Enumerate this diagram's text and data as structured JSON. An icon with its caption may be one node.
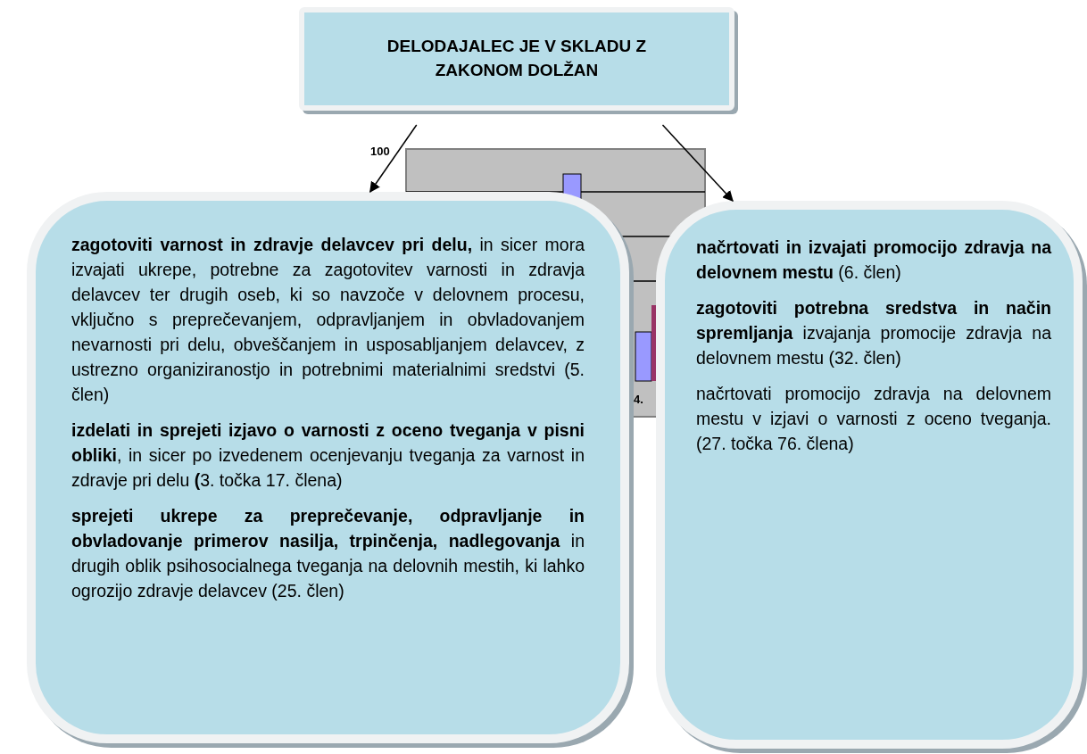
{
  "diagram": {
    "nodes": [
      {
        "text": [
          "DELODAJALEC JE V SKLADU Z ZAKONOM DOLŽAN"
        ]
      },
      {
        "text": [
          "**zagotoviti varnost in zdravje delavcev pri delu,** in sicer mora izvajati ukrepe, potrebne za zagotovitev varnosti in zdravja delavcev ter drugih oseb, ki so navzoče v delovnem procesu, vključno s preprečevanjem, odpravljanjem in obvladovanjem nevarnosti pri delu, obveščanjem in usposabljanjem delavcev, z ustrezno organiziranostjo in potrebnimi materialnimi sredstvi (5. člen)",
          "**izdelati in sprejeti izjavo o varnosti z oceno tveganja v pisni obliki**, in sicer po izvedenem ocenjevanju tveganja za varnost in zdravje pri delu **(**3. točka 17. člena)",
          "**sprejeti ukrepe za preprečevanje, odpravljanje in obvladovanje primerov nasilja, trpinčenja, nadlegovanja** in drugih oblik psihosocialnega tveganja na delovnih mestih, ki lahko ogrozijo zdravje delavcev (25. člen)"
        ]
      },
      {
        "text": [
          "**načrtovati in izvajati promocijo zdravja na delovnem mestu** (6. člen)",
          "**zagotoviti potrebna sredstva in način spremljanja** izvajanja promocije zdravja na delovnem mestu (32. člen)",
          "načrtovati promocijo zdravja na delovnem mestu v izjavi o varnosti z oceno tveganja.(27. točka 76. člena)"
        ]
      }
    ],
    "edges": [
      {
        "from": 0,
        "to": 1,
        "arrow": "to"
      },
      {
        "from": 0,
        "to": 2,
        "arrow": "to"
      }
    ],
    "labels": [
      "100",
      "4."
    ]
  }
}
